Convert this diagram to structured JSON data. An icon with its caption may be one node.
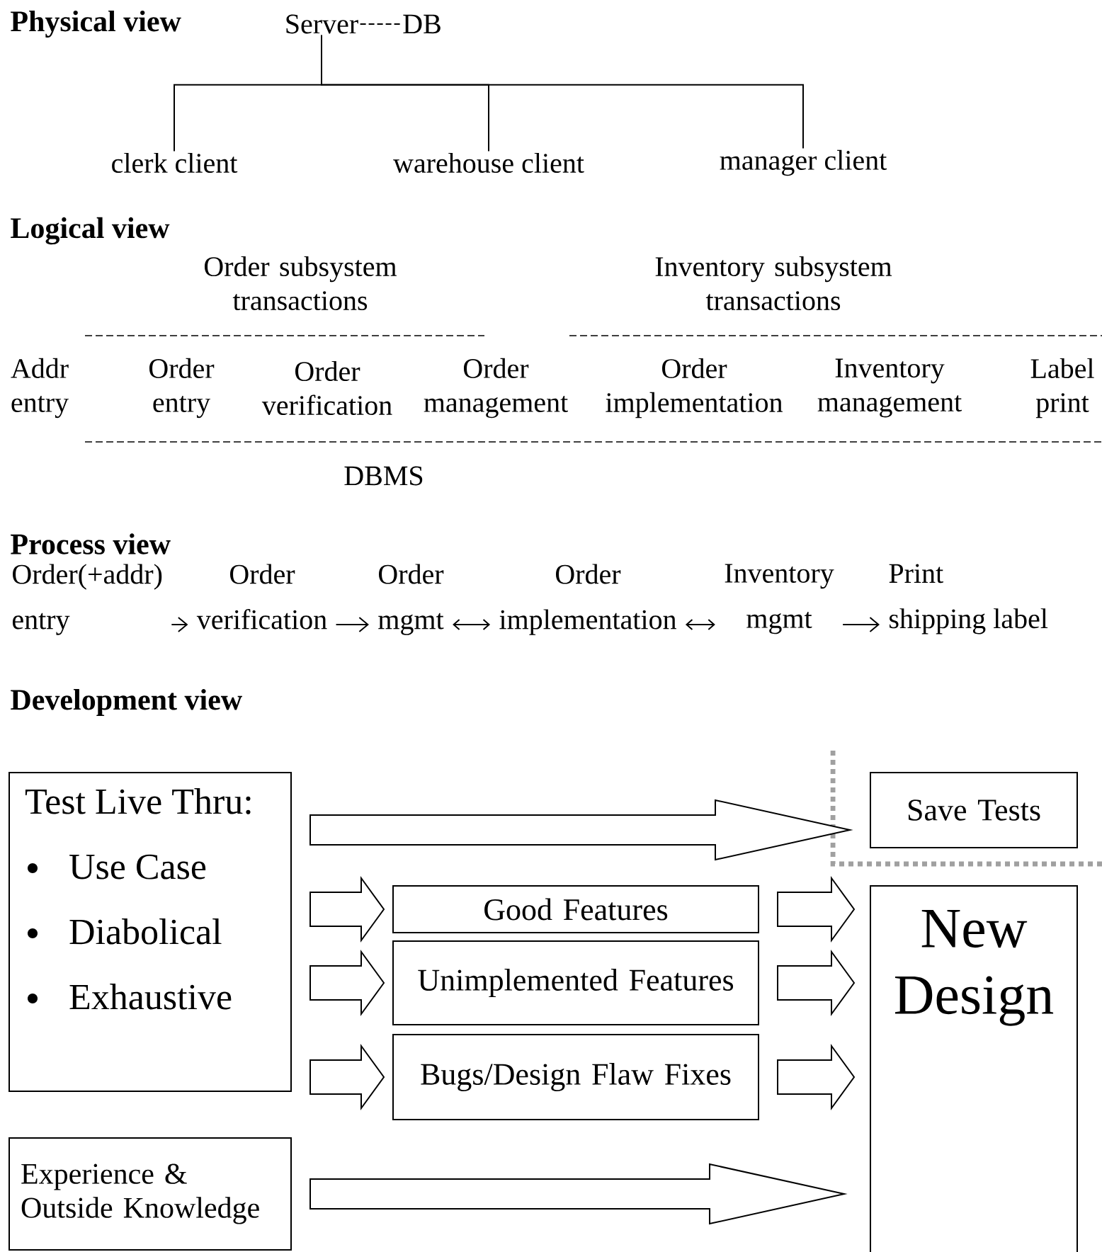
{
  "diagram": {
    "nodes": [
      {
        "text": [
          "Server"
        ]
      },
      {
        "text": [
          "DB"
        ]
      },
      {
        "text": [
          "clerk client"
        ]
      },
      {
        "text": [
          "warehouse client"
        ]
      },
      {
        "text": [
          "manager client"
        ]
      },
      {
        "text": [
          "Order(+addr)",
          "entry"
        ]
      },
      {
        "text": [
          "Order",
          "verification"
        ]
      },
      {
        "text": [
          "Order",
          "mgmt"
        ]
      },
      {
        "text": [
          "Order",
          "implementation"
        ]
      },
      {
        "text": [
          "Inventory",
          "mgmt"
        ]
      },
      {
        "text": [
          "Print",
          "shipping label"
        ]
      },
      {
        "text": [
          "Test Live Thru:",
          "Use Case",
          "Diabolical",
          "Exhaustive"
        ]
      },
      {
        "text": [
          "Save Tests"
        ]
      },
      {
        "text": [
          "Good Features"
        ]
      },
      {
        "text": [
          "Unimplemented Features"
        ]
      },
      {
        "text": [
          "Bugs/Design Flaw Fixes"
        ]
      },
      {
        "text": [
          "New Design"
        ]
      },
      {
        "text": [
          "Experience & Outside Knowledge"
        ]
      }
    ],
    "edges": [
      {
        "from": 0,
        "to": 1,
        "arrow": "none",
        "style": "dashed"
      },
      {
        "from": 0,
        "to": 2,
        "arrow": "none"
      },
      {
        "from": 0,
        "to": 3,
        "arrow": "none"
      },
      {
        "from": 0,
        "to": 4,
        "arrow": "none"
      },
      {
        "from": 5,
        "to": 6,
        "arrow": "to"
      },
      {
        "from": 6,
        "to": 7,
        "arrow": "to"
      },
      {
        "from": 7,
        "to": 8,
        "arrow": "both"
      },
      {
        "from": 8,
        "to": 9,
        "arrow": "both"
      },
      {
        "from": 9,
        "to": 10,
        "arrow": "to"
      },
      {
        "from": 11,
        "to": 12,
        "arrow": "to"
      },
      {
        "from": 11,
        "to": 13,
        "arrow": "to"
      },
      {
        "from": 11,
        "to": 14,
        "arrow": "to"
      },
      {
        "from": 11,
        "to": 15,
        "arrow": "to"
      },
      {
        "from": 13,
        "to": 16,
        "arrow": "to"
      },
      {
        "from": 14,
        "to": 16,
        "arrow": "to"
      },
      {
        "from": 15,
        "to": 16,
        "arrow": "to"
      },
      {
        "from": 17,
        "to": 16,
        "arrow": "to"
      }
    ],
    "labels": [
      "Physical view",
      "Logical view",
      "Order subsystem transactions",
      "Inventory subsystem transactions",
      "Addr entry",
      "Order entry",
      "Order verification",
      "Order management",
      "Order implementation",
      "Inventory management",
      "Label print",
      "DBMS",
      "Process view",
      "Development view"
    ]
  }
}
